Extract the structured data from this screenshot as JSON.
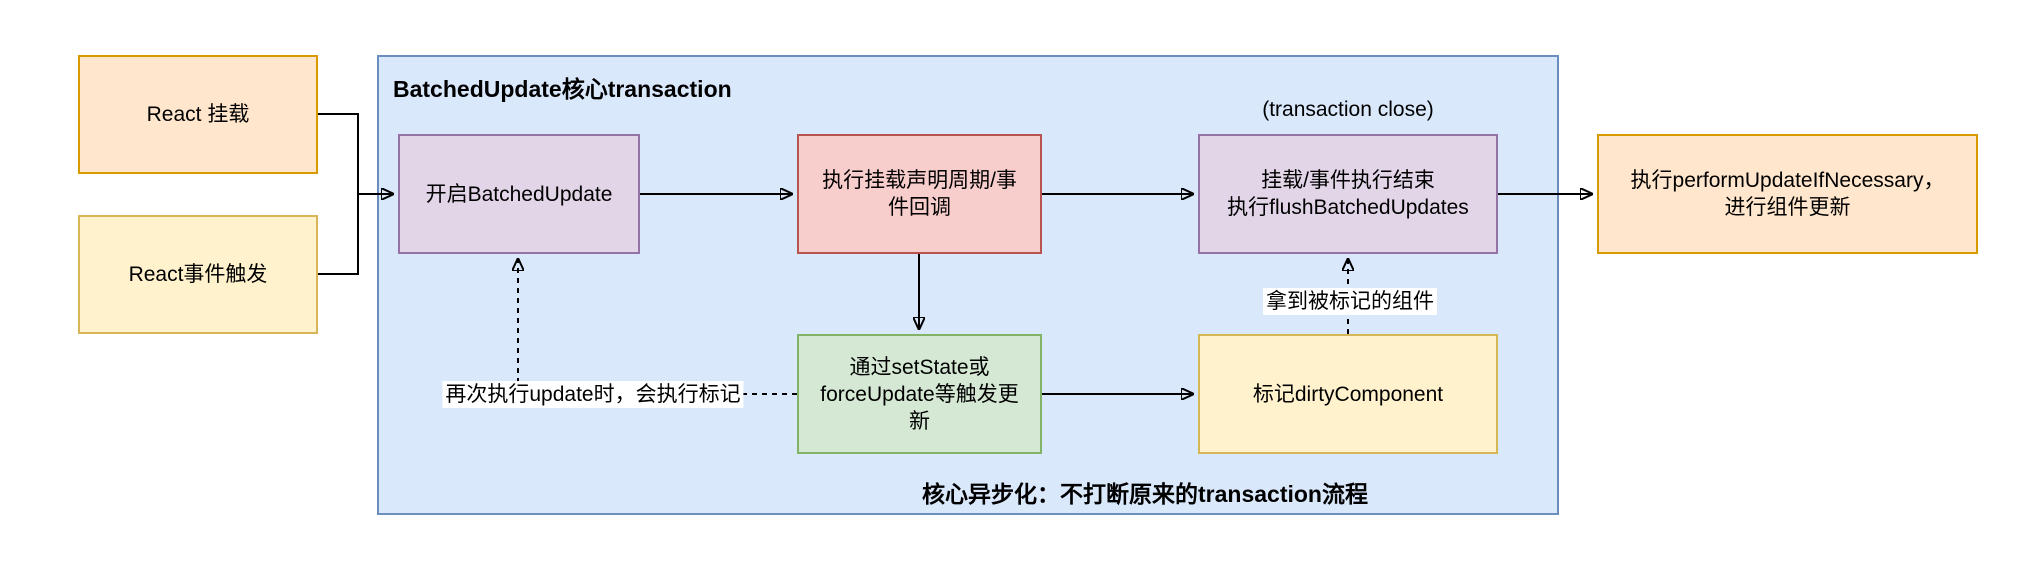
{
  "diagram": {
    "container": {
      "title": "BatchedUpdate核心transaction",
      "footer": "核心异步化：不打断原来的transaction流程",
      "transaction_close_note": "(transaction close)"
    },
    "nodes": {
      "react_mount": {
        "label": "React 挂载"
      },
      "react_event": {
        "label": "React事件触发"
      },
      "open_batched_update": {
        "label": "开启BatchedUpdate"
      },
      "exec_mount_lifecycle": {
        "label": "执行挂载声明周期/事件回调"
      },
      "flush_batched_updates": {
        "line1": "挂载/事件执行结束",
        "line2": "执行flushBatchedUpdates"
      },
      "perform_update_if_necessary": {
        "line1": "执行performUpdateIfNecessary，",
        "line2": "进行组件更新"
      },
      "trigger_update": {
        "label": "通过setState或forceUpdate等触发更新"
      },
      "mark_dirty_component": {
        "label": "标记dirtyComponent"
      }
    },
    "edge_labels": {
      "mark_on_next_update": "再次执行update时，会执行标记",
      "get_marked_components": "拿到被标记的组件"
    },
    "colors": {
      "canvas_bg": "#ffffff",
      "line": "#000000",
      "orange_fill": "#ffe6cc",
      "orange_stroke": "#d79b00",
      "yellow_fill": "#fff2cc",
      "yellow_stroke": "#d6b656",
      "blue_fill": "#dae8fc",
      "blue_stroke": "#6c8ebf",
      "purple_fill": "#e1d5e7",
      "purple_stroke": "#9673a6",
      "red_fill": "#f8cecc",
      "red_stroke": "#b85450",
      "green_fill": "#d5e8d4",
      "green_stroke": "#82b366"
    }
  }
}
